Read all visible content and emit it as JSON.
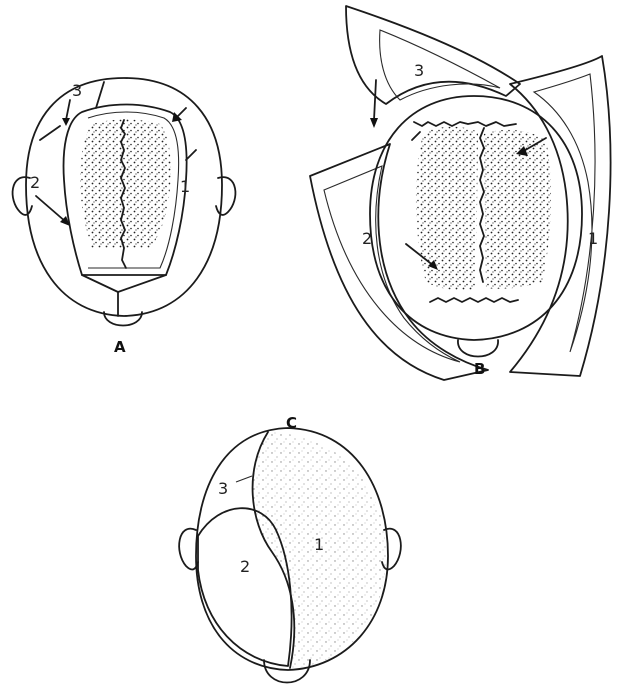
{
  "figure": {
    "panels": [
      {
        "id": "A",
        "caption": "A",
        "labels": [
          "3",
          "2",
          "1"
        ]
      },
      {
        "id": "B",
        "caption": "B",
        "labels": [
          "3",
          "2",
          "1"
        ]
      },
      {
        "id": "C",
        "caption": "C",
        "labels": [
          "3",
          "2",
          "1"
        ]
      }
    ]
  }
}
